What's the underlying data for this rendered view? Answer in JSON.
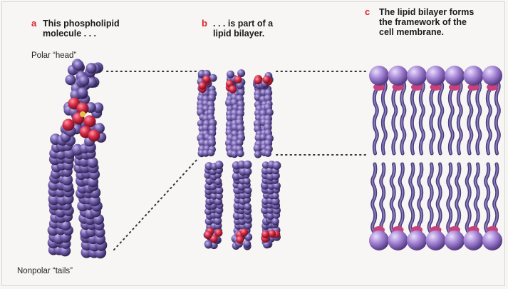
{
  "panels": {
    "a": {
      "letter": "a",
      "line1": "This phospholipid",
      "line2": "molecule . . ."
    },
    "b": {
      "letter": "b",
      "line1": ". . . is part of a",
      "line2": "lipid bilayer."
    },
    "c": {
      "letter": "c",
      "line1": "The lipid bilayer forms",
      "line2": "the framework of the",
      "line3": "cell membrane."
    }
  },
  "labels": {
    "head": "Polar “head”",
    "tails": "Nonpolar “tails”"
  },
  "colors": {
    "atom_purple": "#6e5aa8",
    "atom_dark": "#3b2f66",
    "atom_light": "#a99ad3",
    "oxygen_red": "#d42b45",
    "tail_stroke": "#4a3d7a",
    "head_sphere": "#9b7fd0",
    "head_pink": "#c9407a"
  }
}
